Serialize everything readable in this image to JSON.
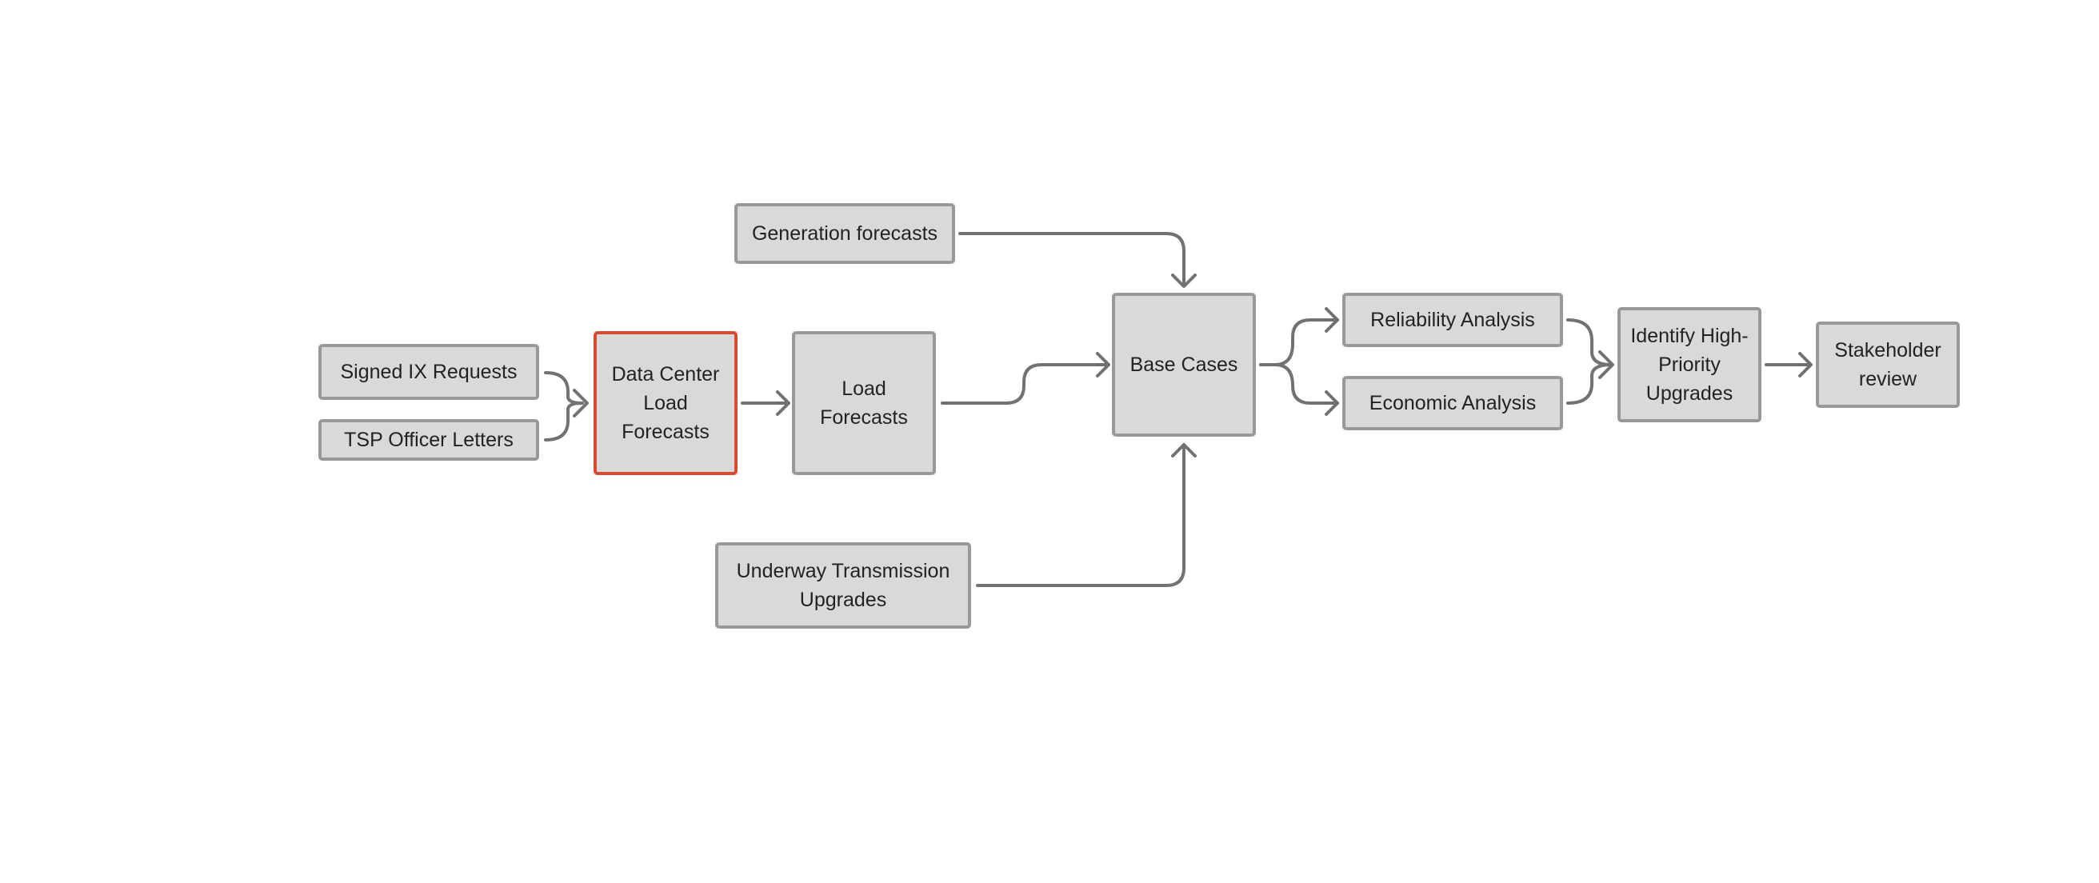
{
  "colors": {
    "box_fill": "#d9d9d9",
    "box_border": "#999999",
    "highlight_border": "#d94a33",
    "arrow": "#727272",
    "text": "#222222"
  },
  "nodes": {
    "signed_ix": "Signed IX Requests",
    "tsp_letters": "TSP Officer Letters",
    "dc_load": "Data Center Load Forecasts",
    "load": "Load Forecasts",
    "generation": "Generation forecasts",
    "underway": "Underway Transmission Upgrades",
    "base_cases": "Base Cases",
    "reliability": "Reliability Analysis",
    "economic": "Economic Analysis",
    "identify": "Identify High-Priority Upgrades",
    "stakeholder": "Stakeholder review"
  },
  "edges": [
    {
      "from": "Signed IX Requests",
      "to": "Data Center Load Forecasts"
    },
    {
      "from": "TSP Officer Letters",
      "to": "Data Center Load Forecasts"
    },
    {
      "from": "Data Center Load Forecasts",
      "to": "Load Forecasts"
    },
    {
      "from": "Load Forecasts",
      "to": "Base Cases"
    },
    {
      "from": "Generation forecasts",
      "to": "Base Cases"
    },
    {
      "from": "Underway Transmission Upgrades",
      "to": "Base Cases"
    },
    {
      "from": "Base Cases",
      "to": "Reliability Analysis"
    },
    {
      "from": "Base Cases",
      "to": "Economic Analysis"
    },
    {
      "from": "Reliability Analysis",
      "to": "Identify High-Priority Upgrades"
    },
    {
      "from": "Economic Analysis",
      "to": "Identify High-Priority Upgrades"
    },
    {
      "from": "Identify High-Priority Upgrades",
      "to": "Stakeholder review"
    }
  ],
  "highlighted_node": "Data Center Load Forecasts"
}
